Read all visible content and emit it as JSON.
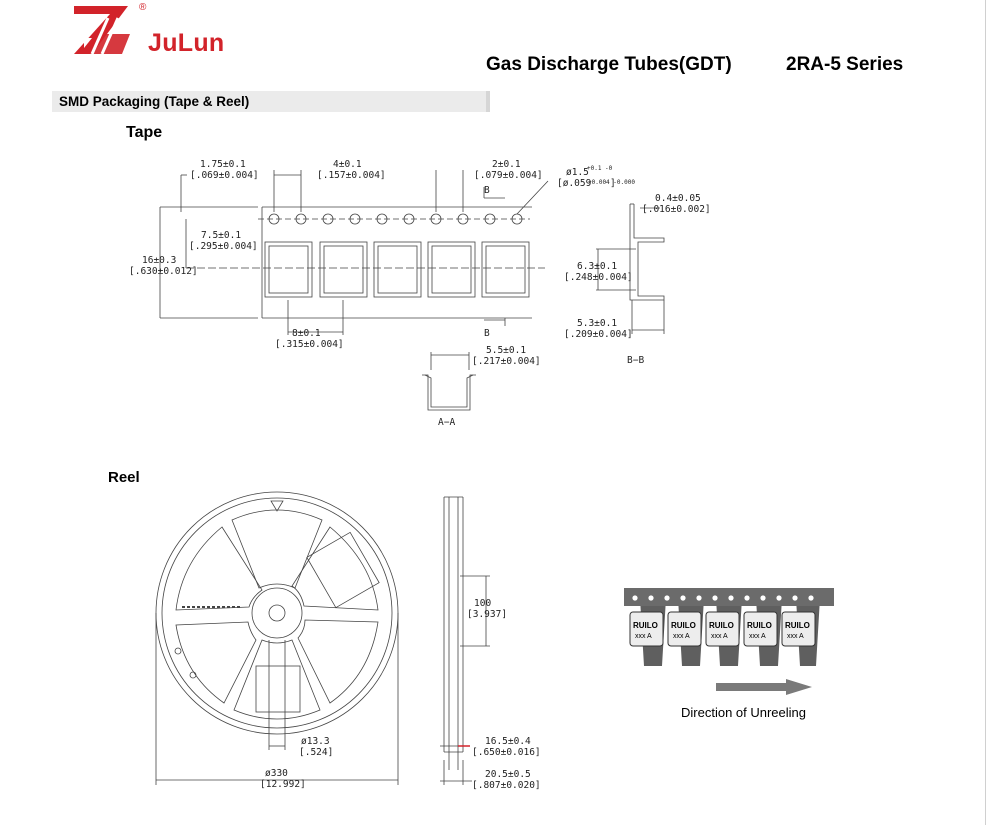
{
  "header": {
    "brand": "JuLun",
    "registered": "®",
    "title": "Gas Discharge Tubes(GDT)",
    "series": "2RA-5 Series"
  },
  "section": {
    "label": "SMD Packaging (Tape & Reel)"
  },
  "tape": {
    "heading": "Tape",
    "dims": {
      "d175": "1.75±0.1",
      "d175_in": "[.069±0.004]",
      "d4": "4±0.1",
      "d4_in": "[.157±0.004]",
      "d2": "2±0.1",
      "d2_in": "[.079±0.004]",
      "dhole": "ø1.5",
      "dhole_tol": "+0.1 -0",
      "dhole_in": "[ø.059",
      "dhole_in_tol": "+0.004 -0.000",
      "dhole_in_close": "]",
      "d75": "7.5±0.1",
      "d75_in": "[.295±0.004]",
      "d16": "16±0.3",
      "d16_in": "[.630±0.012]",
      "d8": "8±0.1",
      "d8_in": "[.315±0.004]",
      "d55": "5.5±0.1",
      "d55_in": "[.217±0.004]",
      "d04": "0.4±0.05",
      "d04_in": "[.016±0.002]",
      "d63": "6.3±0.1",
      "d63_in": "[.248±0.004]",
      "d53": "5.3±0.1",
      "d53_in": "[.209±0.004]"
    },
    "views": {
      "aa": "A−A",
      "bb": "B−B",
      "b_top": "B",
      "b_bottom": "B"
    }
  },
  "reel": {
    "heading": "Reel",
    "dims": {
      "d100": "100",
      "d100_in": "[3.937]",
      "d133": "ø13.3",
      "d133_in": "[.524]",
      "d330": "ø330",
      "d330_in": "[12.992]",
      "d165": "16.5±0.4",
      "d165_in": "[.650±0.016]",
      "d205": "20.5±0.5",
      "d205_in": "[.807±0.020]"
    }
  },
  "photo": {
    "part_text": "RUILO",
    "part_code": "xxx A",
    "caption": "Direction of Unreeling"
  },
  "colors": {
    "brand_red": "#d2232a",
    "tape_gray": "#606060",
    "arrow_gray": "#7a7a7a"
  }
}
